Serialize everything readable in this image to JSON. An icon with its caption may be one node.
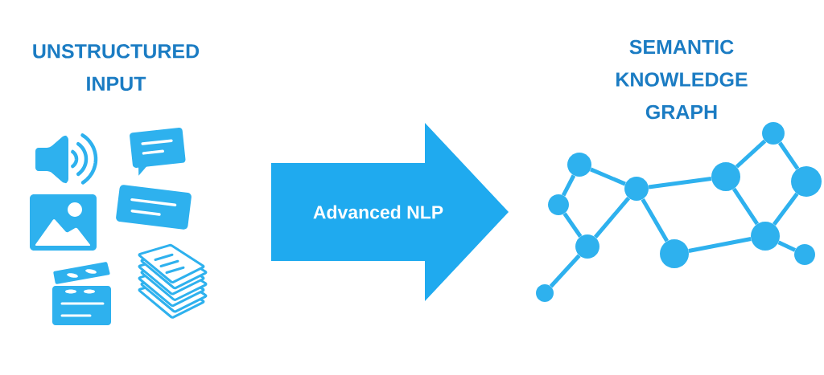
{
  "diagram": {
    "nodes": [
      {
        "text": [
          "Advanced NLP"
        ]
      },
      {
        "text": [],
        "shape": "circle"
      },
      {
        "text": [],
        "shape": "circle"
      },
      {
        "text": [],
        "shape": "circle"
      },
      {
        "text": [],
        "shape": "circle"
      },
      {
        "text": [],
        "shape": "circle"
      },
      {
        "text": [],
        "shape": "circle"
      },
      {
        "text": [],
        "shape": "circle"
      },
      {
        "text": [],
        "shape": "circle"
      },
      {
        "text": [],
        "shape": "circle"
      },
      {
        "text": [],
        "shape": "circle"
      },
      {
        "text": [],
        "shape": "circle"
      }
    ],
    "edges": [
      {
        "from": 1,
        "to": 5,
        "arrow": "none"
      },
      {
        "from": 1,
        "to": 2,
        "arrow": "none"
      },
      {
        "from": 2,
        "to": 3,
        "arrow": "none"
      },
      {
        "from": 3,
        "to": 5,
        "arrow": "none"
      },
      {
        "from": 3,
        "to": 4,
        "arrow": "none"
      },
      {
        "from": 5,
        "to": 7,
        "arrow": "none"
      },
      {
        "from": 5,
        "to": 6,
        "arrow": "none"
      },
      {
        "from": 6,
        "to": 10,
        "arrow": "none"
      },
      {
        "from": 7,
        "to": 8,
        "arrow": "none"
      },
      {
        "from": 7,
        "to": 10,
        "arrow": "none"
      },
      {
        "from": 8,
        "to": 9,
        "arrow": "none"
      },
      {
        "from": 9,
        "to": 10,
        "arrow": "none"
      },
      {
        "from": 10,
        "to": 11,
        "arrow": "none"
      }
    ],
    "labels": [
      "UNSTRUCTURED INPUT",
      "SEMANTIC KNOWLEDGE GRAPH"
    ]
  }
}
